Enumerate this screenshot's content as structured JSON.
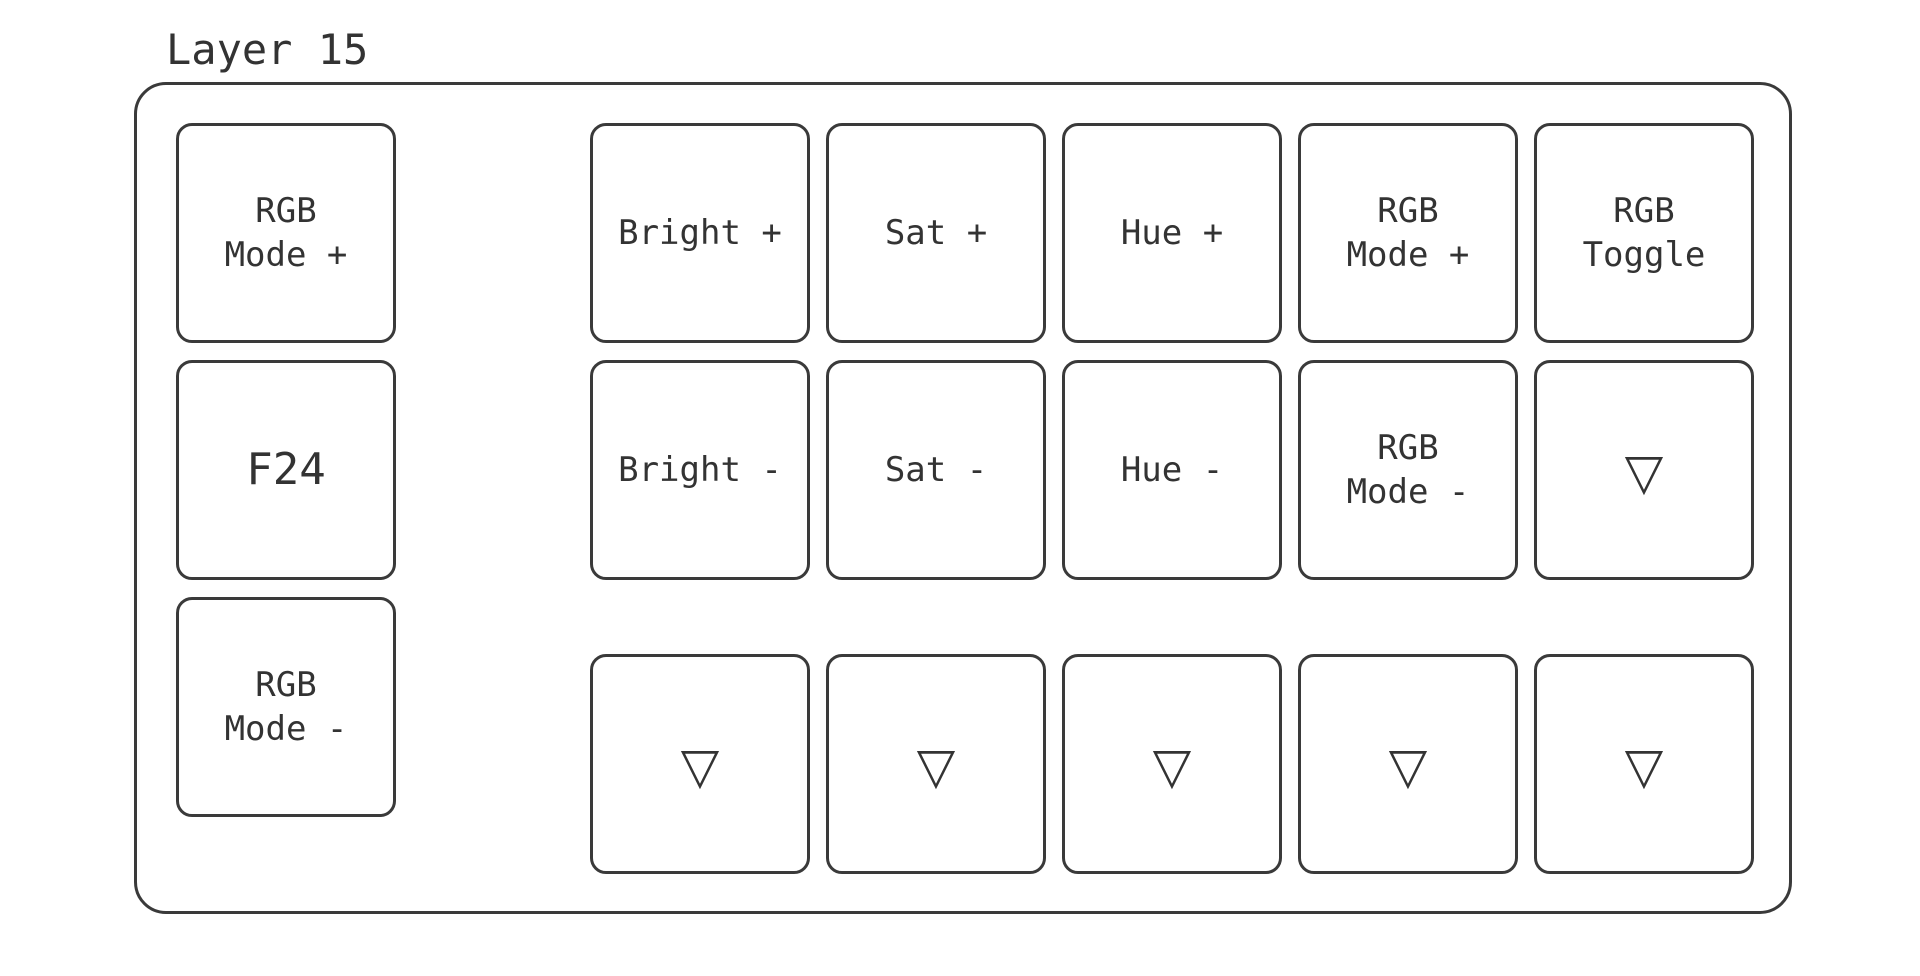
{
  "layer": {
    "title": "Layer 15"
  },
  "colors": {
    "stroke": "#3a3a3a",
    "text": "#333333",
    "background": "#ffffff"
  },
  "keys": {
    "left_col": [
      {
        "label": "RGB\nMode +"
      },
      {
        "label": "F24"
      },
      {
        "label": "RGB\nMode -"
      }
    ],
    "row1": [
      {
        "label": "Bright +"
      },
      {
        "label": "Sat +"
      },
      {
        "label": "Hue +"
      },
      {
        "label": "RGB\nMode +"
      },
      {
        "label": "RGB\nToggle"
      }
    ],
    "row2": [
      {
        "label": "Bright -"
      },
      {
        "label": "Sat -"
      },
      {
        "label": "Hue -"
      },
      {
        "label": "RGB\nMode -"
      },
      {
        "label": "▽"
      }
    ],
    "row3": [
      {
        "label": "▽"
      },
      {
        "label": "▽"
      },
      {
        "label": "▽"
      },
      {
        "label": "▽"
      },
      {
        "label": "▽"
      }
    ]
  }
}
